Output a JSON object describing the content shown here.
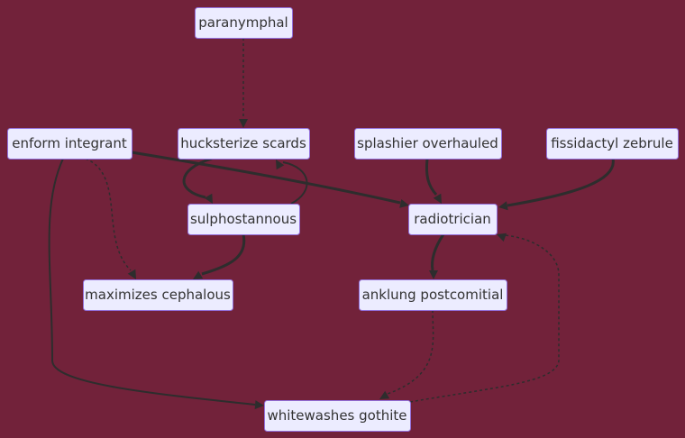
{
  "background": "#72223a",
  "node_fill": "#ececff",
  "node_border": "#9370db",
  "edge_color": "#2d2d2d",
  "nodes": {
    "paranymphal": {
      "label": "paranymphal"
    },
    "huckster": {
      "label": "hucksterize scards"
    },
    "enform": {
      "label": "enform integrant"
    },
    "splashier": {
      "label": "splashier overhauled"
    },
    "fissidactyl": {
      "label": "fissidactyl zebrule"
    },
    "sulpho": {
      "label": "sulphostannous"
    },
    "radiotrician": {
      "label": "radiotrician"
    },
    "maximizes": {
      "label": "maximizes cephalous"
    },
    "anklung": {
      "label": "anklung postcomitial"
    },
    "whitewashes": {
      "label": "whitewashes gothite"
    }
  },
  "edges": [
    {
      "from": "paranymphal",
      "to": "huckster",
      "style": "dotted"
    },
    {
      "from": "huckster",
      "to": "sulpho",
      "style": "thick"
    },
    {
      "from": "sulpho",
      "to": "huckster",
      "style": "normal"
    },
    {
      "from": "enform",
      "to": "radiotrician",
      "style": "thick"
    },
    {
      "from": "enform",
      "to": "maximizes",
      "style": "dotted"
    },
    {
      "from": "enform",
      "to": "whitewashes",
      "style": "normal"
    },
    {
      "from": "splashier",
      "to": "radiotrician",
      "style": "thick"
    },
    {
      "from": "fissidactyl",
      "to": "radiotrician",
      "style": "thick"
    },
    {
      "from": "sulpho",
      "to": "maximizes",
      "style": "thick"
    },
    {
      "from": "radiotrician",
      "to": "anklung",
      "style": "thick"
    },
    {
      "from": "anklung",
      "to": "whitewashes",
      "style": "dotted"
    },
    {
      "from": "whitewashes",
      "to": "radiotrician",
      "style": "dotted"
    }
  ]
}
